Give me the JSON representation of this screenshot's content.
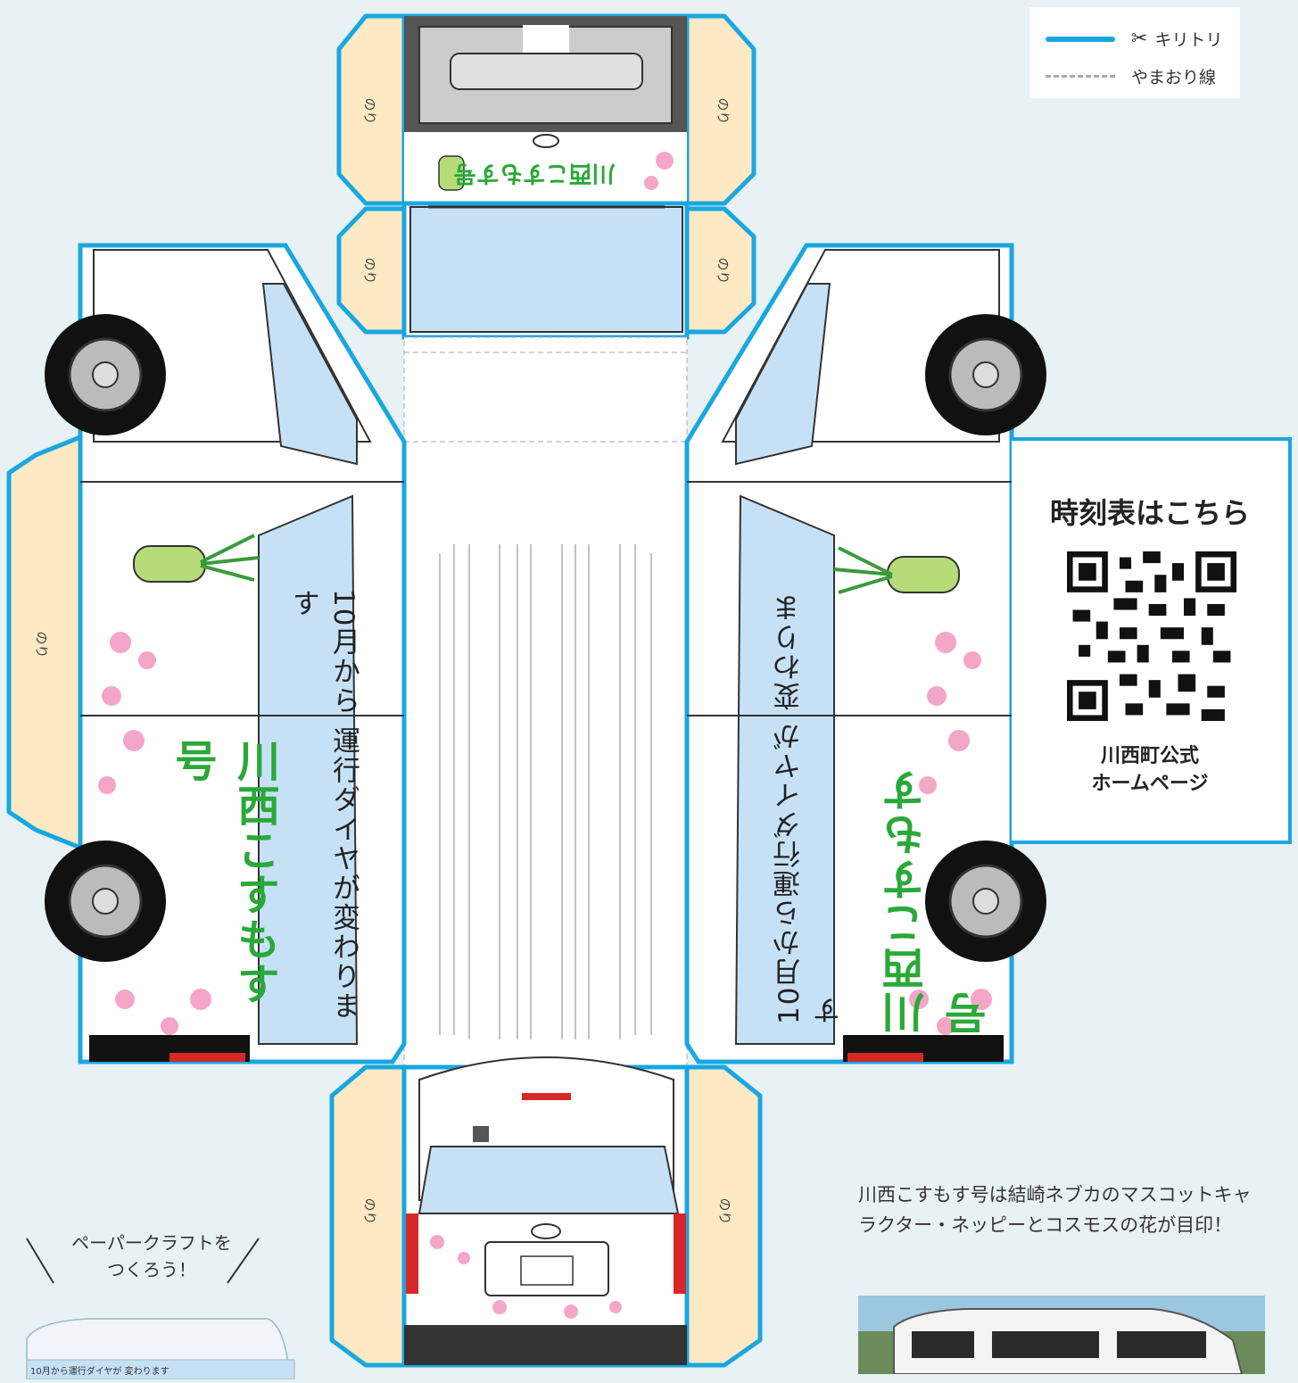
{
  "legend": {
    "cut_label": "キリトリ",
    "fold_label": "やまおり線",
    "cut_icon": "scissors-icon"
  },
  "glue_label": "のり",
  "side_left": {
    "announcement": "10月から 運行ダイヤが変わります",
    "bus_name": "川西こすもす号"
  },
  "side_right": {
    "announcement": "10月から運行ダイヤが 変わります",
    "bus_name": "川西こすもす号"
  },
  "front": {
    "bus_name": "川西こすもす号"
  },
  "qr_panel": {
    "title": "時刻表はこちら",
    "caption_line1": "川西町公式",
    "caption_line2": "ホームページ"
  },
  "description": "川西こすもす号は結崎ネブカのマスコットキャラクター・ネッピーとコスモスの花が目印！",
  "craft": {
    "label_line1": "ペーパークラフトを",
    "label_line2": "つくろう！",
    "preview_text": "10月から運行ダイヤが 変わります"
  },
  "colors": {
    "cut_line": "#1aa7e0",
    "glue_tab": "#fde9c3",
    "window": "#c6e1f5",
    "bus_name_green": "#2aa838",
    "background": "#e8f1f4"
  }
}
